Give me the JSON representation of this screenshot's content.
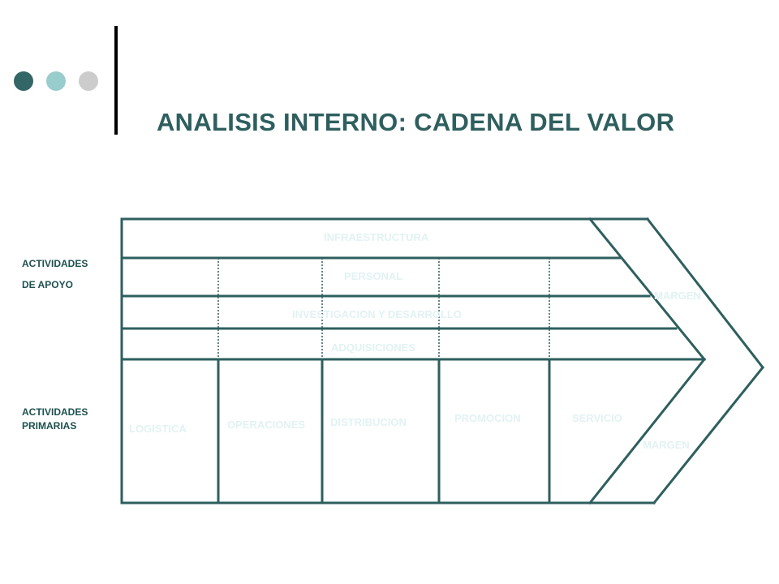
{
  "title": "ANALISIS INTERNO:  CADENA DEL VALOR",
  "colors": {
    "dark": "#2e5f5e",
    "dot_dark": "#336666",
    "dot_light": "#99cccc",
    "dot_gray": "#cccccc",
    "cell_text": "#e2f2f2",
    "label_text": "#1e5050"
  },
  "labels": {
    "apoyo": [
      "ACTIVIDADES",
      "DE APOYO"
    ],
    "primarias": [
      "ACTIVIDADES",
      "PRIMARIAS"
    ]
  },
  "support_activities": {
    "infraestructura": "INFRAESTRUCTURA",
    "personal": "PERSONAL",
    "investigacion": "INVESTIGACION Y DESARROLLO",
    "adquisiciones": "ADQUISICIONES"
  },
  "primary_activities": {
    "logistica": "LOGISTICA",
    "operaciones": "OPERACIONES",
    "distribucion": "DISTRIBUCION",
    "promocion": "PROMOCION",
    "servicio": "SERVICIO"
  },
  "margin": {
    "upper": "MARGEN",
    "lower": "MARGEN"
  }
}
